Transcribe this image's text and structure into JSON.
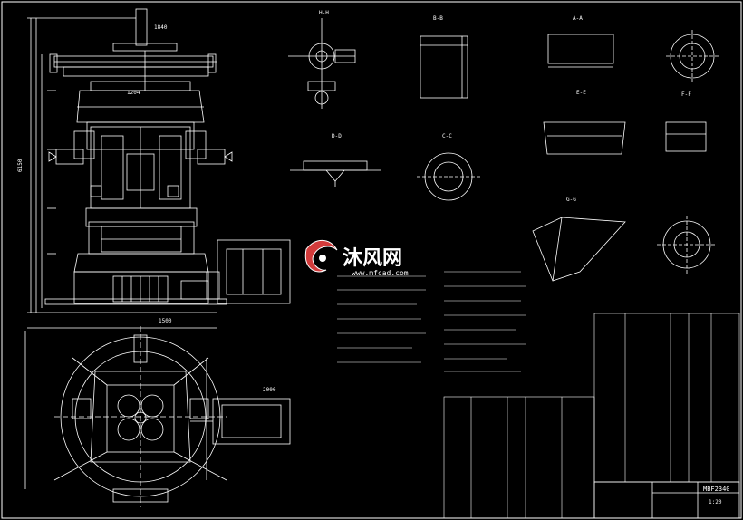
{
  "watermark": {
    "brand": "沐风网",
    "site": "www.mfcad.com",
    "accent_color": "#d23b3b"
  },
  "title_block": {
    "model": "MBF2340",
    "scale": "1:20"
  },
  "views": {
    "section_aa": "A-A",
    "section_bb": "B-B",
    "section_cc": "C-C",
    "section_dd": "D-D",
    "section_ee": "E-E",
    "section_ff": "F-F",
    "section_gg": "G-G",
    "section_hh": "H-H"
  },
  "dimensions": {
    "d1": "6150",
    "d2": "1840",
    "d3": "1500",
    "d4": "1204",
    "d5": "2000"
  },
  "colors": {
    "line": "#ffffff",
    "background": "#000000"
  }
}
